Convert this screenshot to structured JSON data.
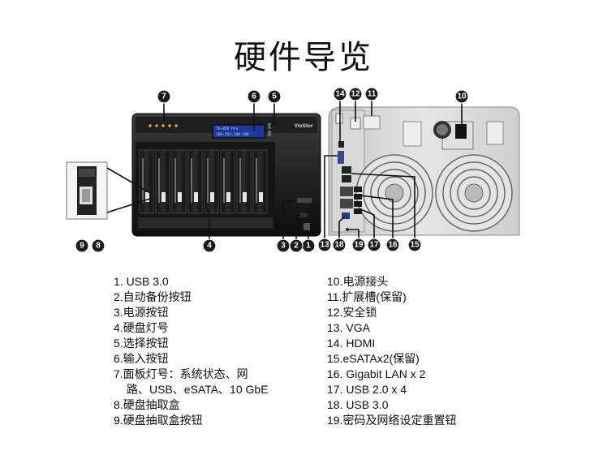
{
  "title": "硬件导览",
  "front_panel": {
    "brand": "VioStor",
    "lcd_line1": "TS-859 Pro",
    "lcd_line2": "169.254.100.100"
  },
  "callouts": [
    "1",
    "2",
    "3",
    "4",
    "5",
    "6",
    "7",
    "8",
    "9",
    "10",
    "11",
    "12",
    "13",
    "14",
    "15",
    "16",
    "17",
    "18",
    "19"
  ],
  "legend_left": [
    "1. USB 3.0",
    "2.自动备份按钮",
    "3.电源按钮",
    "4.硬盘灯号",
    "5.选择按钮",
    "6.输入按钮",
    "7.面板灯号：系统状态、网",
    "路、USB、eSATA、10 GbE",
    "8.硬盘抽取盒",
    "9.硬盘抽取盒按钮"
  ],
  "legend_right": [
    "10.电源接头",
    "11.扩展槽(保留)",
    "12.安全锁",
    "13. VGA",
    "14. HDMI",
    "15.eSATAx2(保留)",
    "16. Gigabit LAN x 2",
    "17. USB 2.0 x 4",
    "18. USB 3.0",
    "19.密码及网络设定重置钮"
  ]
}
